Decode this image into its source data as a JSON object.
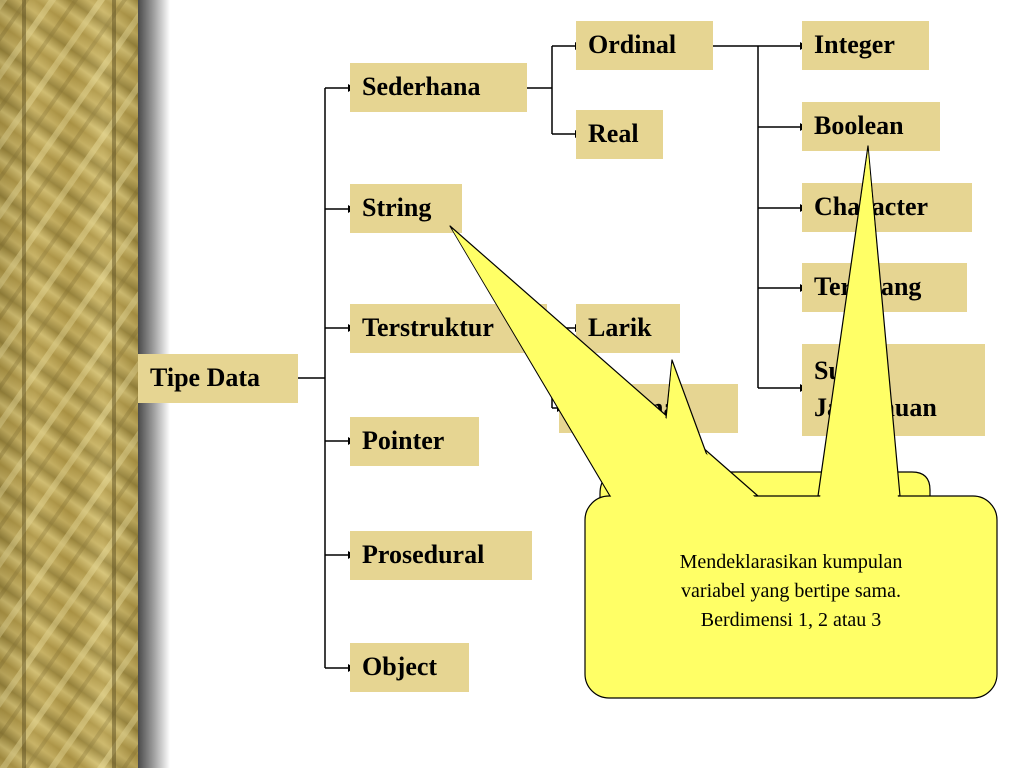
{
  "diagram": {
    "root": "Tipe Data",
    "level1": [
      "Sederhana",
      "String",
      "Terstruktur",
      "Pointer",
      "Prosedural",
      "Object"
    ],
    "sederhana_children": [
      "Ordinal",
      "Real"
    ],
    "terstruktur_children": [
      "Larik",
      "Himpunan"
    ],
    "ordinal_children": [
      "Integer",
      "Boolean",
      "Character",
      "Terbilang"
    ],
    "ordinal_last_child": {
      "line1": "Sub",
      "line2": "Jangkauan"
    },
    "callout": {
      "line1": "Mendeklarasikan kumpulan",
      "line2": "variabel yang bertipe sama.",
      "line3": "Berdimensi 1, 2 atau 3"
    }
  },
  "colors": {
    "node_fill": "#e6d592",
    "callout_fill": "#ffff66",
    "connector": "#000000",
    "pillar_gold": "#b39a48"
  }
}
